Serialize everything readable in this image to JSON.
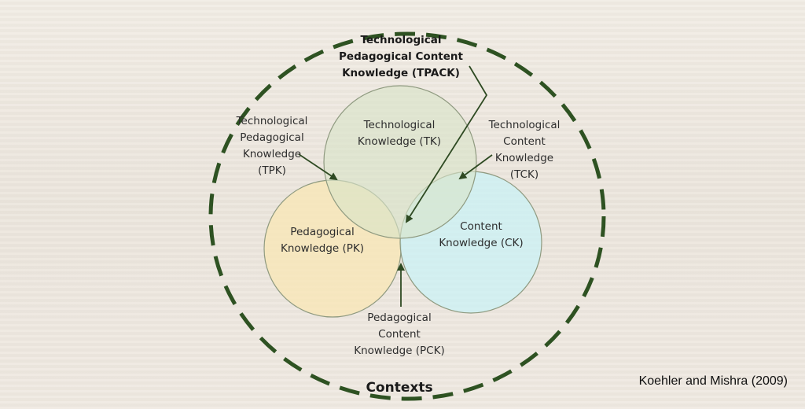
{
  "tpack": {
    "lines": [
      "Technological",
      "Pedagogical Content",
      "Knowledge (TPACK)"
    ]
  },
  "tk": {
    "lines": [
      "Technological",
      "Knowledge (TK)"
    ]
  },
  "pk": {
    "lines": [
      "Pedagogical",
      "Knowledge (PK)"
    ]
  },
  "ck": {
    "lines": [
      "Content",
      "Knowledge (CK)"
    ]
  },
  "tpk": {
    "lines": [
      "Technological",
      "Pedagogical",
      "Knowledge",
      "(TPK)"
    ]
  },
  "tck": {
    "lines": [
      "Technological",
      "Content",
      "Knowledge",
      "(TCK)"
    ]
  },
  "pck": {
    "lines": [
      "Pedagogical",
      "Content",
      "Knowledge (PCK)"
    ]
  },
  "contexts": {
    "label": "Contexts"
  },
  "credit": "Koehler and Mishra (2009)",
  "colors": {
    "tk_fill": "#d9e4c8",
    "pk_fill": "#f8e7b6",
    "ck_fill": "#c9f3f6",
    "circle_stroke": "#8f9a80",
    "dash_stroke": "#2e5222",
    "arrow": "#2e4a22"
  }
}
